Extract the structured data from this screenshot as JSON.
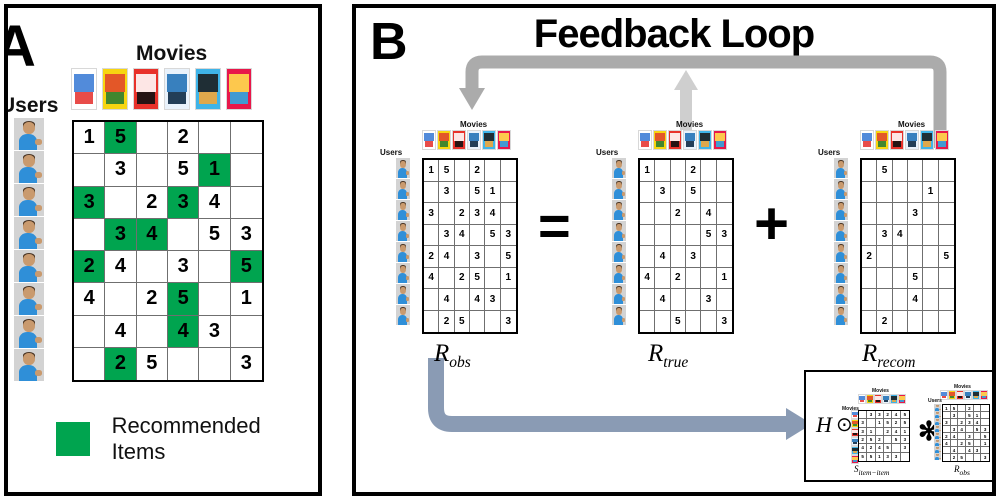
{
  "panelA": {
    "letter": "A",
    "movies_label": "Movies",
    "users_label": "Users",
    "legend": {
      "label": "Recommended Items",
      "color": "#00a44f"
    },
    "matrix": {
      "rows": 8,
      "cols": 6,
      "values": [
        [
          "1",
          "5",
          "",
          "2",
          "",
          ""
        ],
        [
          "",
          "3",
          "",
          "5",
          "1",
          ""
        ],
        [
          "3",
          "",
          "2",
          "3",
          "4",
          ""
        ],
        [
          "",
          "3",
          "4",
          "",
          "5",
          "3"
        ],
        [
          "2",
          "4",
          "",
          "3",
          "",
          "5"
        ],
        [
          "4",
          "",
          "2",
          "5",
          "",
          "1"
        ],
        [
          "",
          "4",
          "",
          "4",
          "3",
          ""
        ],
        [
          "",
          "2",
          "5",
          "",
          "",
          "3"
        ]
      ],
      "highlights": [
        [
          0,
          1
        ],
        [
          1,
          4
        ],
        [
          2,
          0
        ],
        [
          2,
          3
        ],
        [
          3,
          1
        ],
        [
          3,
          2
        ],
        [
          4,
          0
        ],
        [
          4,
          5
        ],
        [
          5,
          3
        ],
        [
          6,
          3
        ],
        [
          7,
          1
        ]
      ]
    }
  },
  "panelB": {
    "letter": "B",
    "title": "Feedback Loop",
    "movies_label": "Movies",
    "users_label": "Users",
    "equals_sign": "=",
    "plus_sign": "+",
    "matrices": [
      {
        "name": "R_obs",
        "label_base": "R",
        "label_sub": "obs",
        "rows": 8,
        "cols": 6,
        "values": [
          [
            "1",
            "5",
            "",
            "2",
            "",
            ""
          ],
          [
            "",
            "3",
            "",
            "5",
            "1",
            ""
          ],
          [
            "3",
            "",
            "2",
            "3",
            "4",
            ""
          ],
          [
            "",
            "3",
            "4",
            "",
            "5",
            "3"
          ],
          [
            "2",
            "4",
            "",
            "3",
            "",
            "5"
          ],
          [
            "4",
            "",
            "2",
            "5",
            "",
            "1"
          ],
          [
            "",
            "4",
            "",
            "4",
            "3",
            ""
          ],
          [
            "",
            "2",
            "5",
            "",
            "",
            "3"
          ]
        ]
      },
      {
        "name": "R_true",
        "label_base": "R",
        "label_sub": "true",
        "rows": 8,
        "cols": 6,
        "values": [
          [
            "1",
            "",
            "",
            "2",
            "",
            ""
          ],
          [
            "",
            "3",
            "",
            "5",
            "",
            ""
          ],
          [
            "",
            "",
            "2",
            "",
            "4",
            ""
          ],
          [
            "",
            "",
            "",
            "",
            "5",
            "3"
          ],
          [
            "",
            "4",
            "",
            "3",
            "",
            ""
          ],
          [
            "4",
            "",
            "2",
            "",
            "",
            "1"
          ],
          [
            "",
            "4",
            "",
            "",
            "3",
            ""
          ],
          [
            "",
            "",
            "5",
            "",
            "",
            "3"
          ]
        ]
      },
      {
        "name": "R_recom",
        "label_base": "R",
        "label_sub": "recom",
        "rows": 8,
        "cols": 6,
        "values": [
          [
            "",
            "5",
            "",
            "",
            "",
            ""
          ],
          [
            "",
            "",
            "",
            "",
            "1",
            ""
          ],
          [
            "",
            "",
            "",
            "3",
            "",
            ""
          ],
          [
            "",
            "3",
            "4",
            "",
            "",
            ""
          ],
          [
            "2",
            "",
            "",
            "",
            "",
            "5"
          ],
          [
            "",
            "",
            "",
            "5",
            "",
            ""
          ],
          [
            "",
            "",
            "",
            "4",
            "",
            ""
          ],
          [
            "",
            "2",
            "",
            "",
            "",
            ""
          ]
        ]
      }
    ],
    "inset": {
      "h_symbol": "H",
      "hadamard_symbol": "⊙",
      "multiply_symbol": "✻",
      "s_label_base": "S",
      "s_label_sub": "item−item",
      "r_label_base": "R",
      "r_label_sub": "obs",
      "movies_label": "Movies",
      "users_label": "Users",
      "s_matrix": {
        "rows": 6,
        "cols": 6,
        "values": [
          [
            "",
            "3",
            "3",
            "2",
            "4",
            "5"
          ],
          [
            "3",
            "",
            "1",
            "5",
            "2",
            "5"
          ],
          [
            "3",
            "1",
            "",
            "2",
            "4",
            "1"
          ],
          [
            "2",
            "5",
            "2",
            "",
            "5",
            "3"
          ],
          [
            "4",
            "2",
            "4",
            "5",
            "",
            "3"
          ],
          [
            "5",
            "5",
            "1",
            "3",
            "3",
            ""
          ]
        ]
      },
      "r_matrix": {
        "rows": 8,
        "cols": 6,
        "values": [
          [
            "1",
            "5",
            "",
            "2",
            "",
            ""
          ],
          [
            "",
            "3",
            "",
            "5",
            "1",
            ""
          ],
          [
            "3",
            "",
            "2",
            "3",
            "4",
            ""
          ],
          [
            "",
            "3",
            "4",
            "",
            "5",
            "3"
          ],
          [
            "2",
            "4",
            "",
            "3",
            "",
            "5"
          ],
          [
            "4",
            "",
            "2",
            "5",
            "",
            "1"
          ],
          [
            "",
            "4",
            "",
            "4",
            "3",
            ""
          ],
          [
            "",
            "2",
            "5",
            "",
            "",
            "3"
          ]
        ]
      }
    },
    "arrows": {
      "feedback_loop_color": "#ababab",
      "up_arrow_color": "#cfcfcf",
      "bottom_arrow_color": "#8a9bb4"
    }
  },
  "posters": [
    {
      "name": "poster-movie-1",
      "bg": "#ffffff",
      "a": "#3a7bd5",
      "b": "#e53935"
    },
    {
      "name": "poster-movie-2",
      "bg": "#f7d511",
      "a": "#e0452b",
      "b": "#2e7d32"
    },
    {
      "name": "poster-movie-3",
      "bg": "#e8312a",
      "a": "#ffffff",
      "b": "#111111"
    },
    {
      "name": "poster-movie-4",
      "bg": "#e9f2fb",
      "a": "#1f6fb5",
      "b": "#0d2a45"
    },
    {
      "name": "poster-movie-5",
      "bg": "#3fb4e8",
      "a": "#1b1b1b",
      "b": "#f0a63b"
    },
    {
      "name": "poster-movie-6",
      "bg": "#e8174a",
      "a": "#ffe14d",
      "b": "#2fa8e0"
    }
  ]
}
